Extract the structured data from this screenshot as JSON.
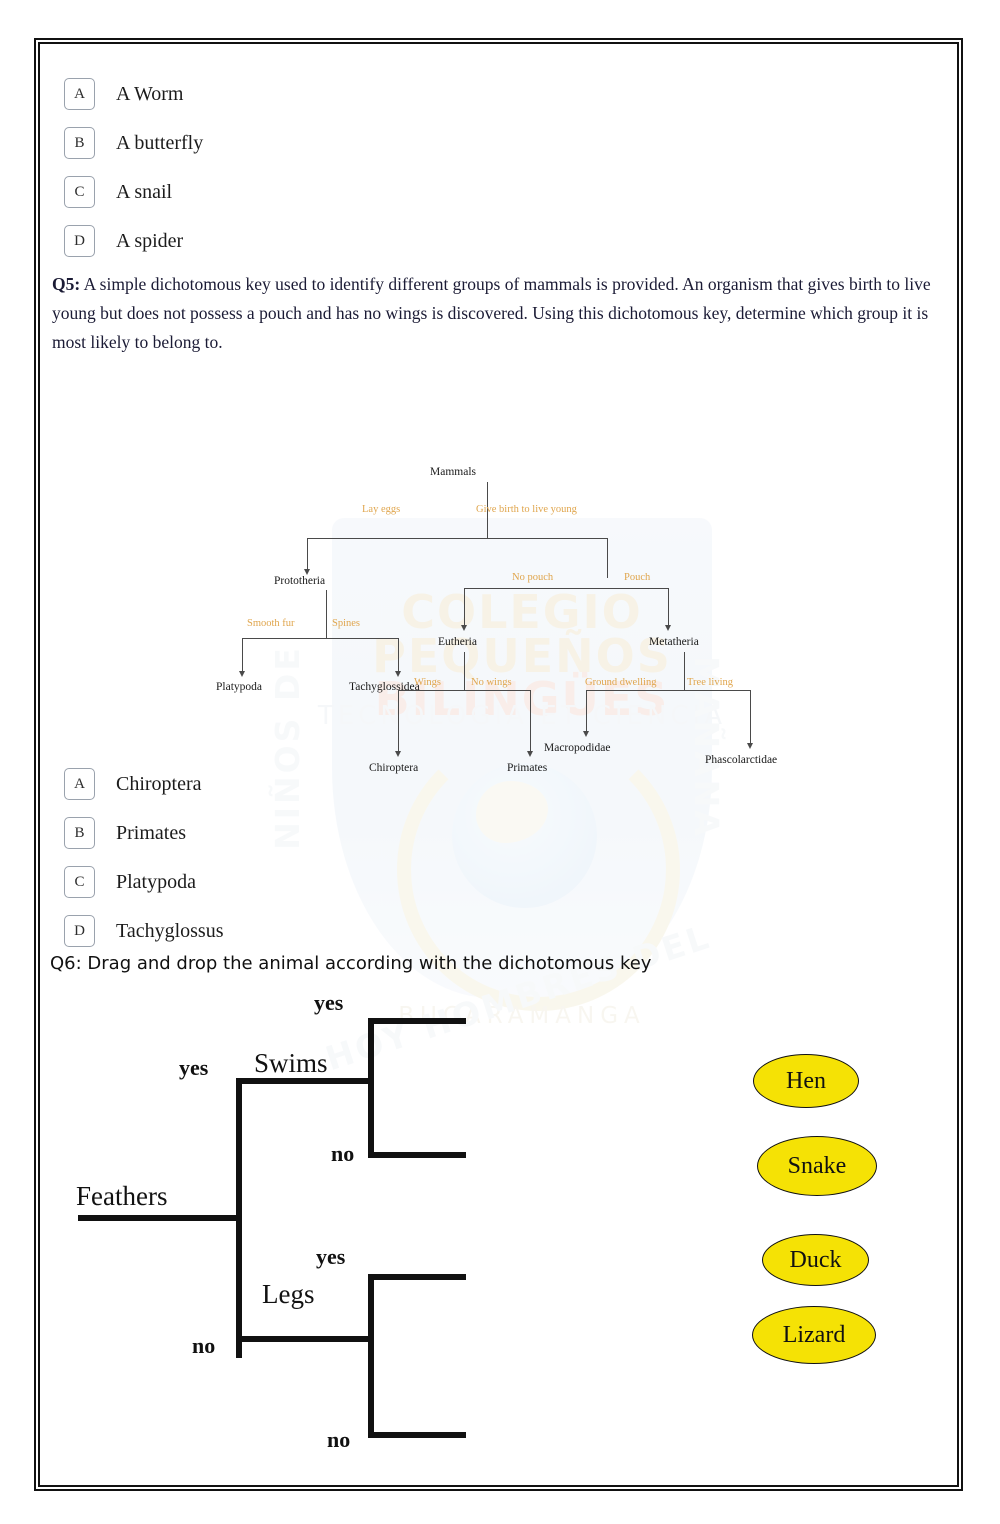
{
  "q4_options": [
    {
      "letter": "A",
      "text": "A Worm"
    },
    {
      "letter": "B",
      "text": "A butterfly"
    },
    {
      "letter": "C",
      "text": "A snail"
    },
    {
      "letter": "D",
      "text": "A spider"
    }
  ],
  "q5": {
    "number": "Q5:",
    "text": " A simple dichotomous key used to identify different groups of mammals is provided. An organism that gives birth to live young but does not possess a pouch and has no wings is discovered. Using this dichotomous key, determine which group it is most likely to belong to.",
    "options": [
      {
        "letter": "A",
        "text": "Chiroptera"
      },
      {
        "letter": "B",
        "text": "Primates"
      },
      {
        "letter": "C",
        "text": "Platypoda"
      },
      {
        "letter": "D",
        "text": "Tachyglossus"
      }
    ]
  },
  "q6": {
    "text": "Q6: Drag and drop the animal according with the dichotomous key"
  },
  "mammal_key": {
    "nodes": {
      "root": "Mammals",
      "prototheria": "Prototheria",
      "eutheria": "Eutheria",
      "metatheria": "Metatheria",
      "platypoda": "Platypoda",
      "tachyglossidea": "Tachyglossidea",
      "chiroptera": "Chiroptera",
      "primates": "Primates",
      "macropodidae": "Macropodidae",
      "phascolarctidae": "Phascolarctidae"
    },
    "edges": {
      "lay_eggs": "Lay eggs",
      "live_young": "Give birth to live young",
      "smooth_fur": "Smooth fur",
      "spines": "Spines",
      "no_pouch": "No pouch",
      "pouch": "Pouch",
      "wings": "Wings",
      "no_wings": "No wings",
      "ground_dwelling": "Ground dwelling",
      "tree_living": "Tree living"
    },
    "edge_color": "#e0a64e"
  },
  "drag_tree": {
    "labels": {
      "feathers": "Feathers",
      "swims": "Swims",
      "legs": "Legs",
      "yes1": "yes",
      "yes2": "yes",
      "no1": "no",
      "no2": "no",
      "yes3": "yes",
      "no3": "no"
    }
  },
  "animals": [
    {
      "name": "Hen"
    },
    {
      "name": "Snake"
    },
    {
      "name": "Duck"
    },
    {
      "name": "Lizard"
    }
  ],
  "watermark": {
    "line1": "COLEGIO PEQUEÑOS",
    "line2": "BILINGÜES",
    "line3": "TECNOLOGIA ET CIENCIA",
    "city": "BUCARAMANGA",
    "arc_left": "NIÑOS DE",
    "arc_right": "MAÑANA",
    "arc_bottom": "HOY HOMBRES DEL"
  },
  "colors": {
    "oval_fill": "#f5e205",
    "edge_orange": "#e0a64e",
    "text_dark": "#1b1b35"
  }
}
